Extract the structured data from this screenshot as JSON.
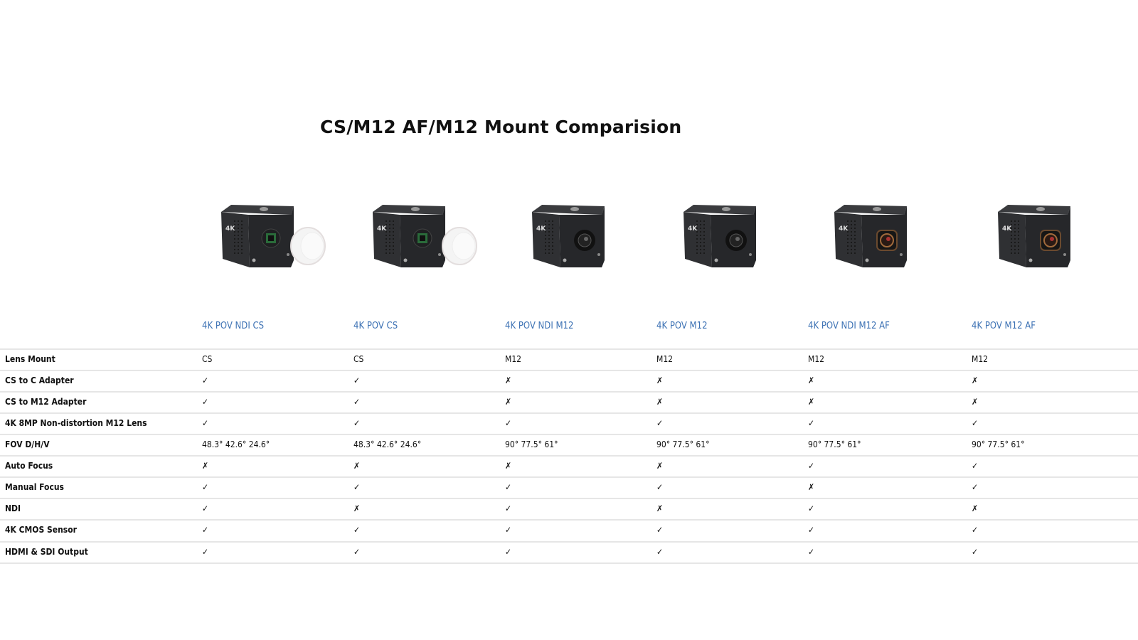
{
  "title": "CS/M12 AF/M12 Mount Comparision",
  "colors": {
    "header_link": "#3d72b4",
    "camera_body": "#2f3033"
  },
  "columns": [
    {
      "name": "4K POV NDI CS",
      "lens_icon": "cs-sensor-icon"
    },
    {
      "name": "4K POV CS",
      "lens_icon": "cs-sensor-icon"
    },
    {
      "name": "4K POV NDI M12",
      "lens_icon": "m12-lens-icon"
    },
    {
      "name": "4K POV M12",
      "lens_icon": "m12-lens-icon"
    },
    {
      "name": "4K POV NDI M12 AF",
      "lens_icon": "m12-af-lens-icon"
    },
    {
      "name": "4K POV M12 AF",
      "lens_icon": "m12-af-lens-icon"
    }
  ],
  "camera_badge": "4K",
  "rows": [
    {
      "label": "Lens Mount",
      "values": [
        "CS",
        "CS",
        "M12",
        "M12",
        "M12",
        "M12"
      ]
    },
    {
      "label": "CS to C Adapter",
      "values": [
        "✓",
        "✓",
        "✗",
        "✗",
        "✗",
        "✗"
      ]
    },
    {
      "label": "CS to M12 Adapter",
      "values": [
        "✓",
        "✓",
        "✗",
        "✗",
        "✗",
        "✗"
      ]
    },
    {
      "label": "4K 8MP Non-distortion M12 Lens",
      "values": [
        "✓",
        "✓",
        "✓",
        "✓",
        "✓",
        "✓"
      ]
    },
    {
      "label": "FOV D/H/V",
      "values": [
        "48.3° 42.6° 24.6°",
        "48.3° 42.6° 24.6°",
        "90° 77.5° 61°",
        "90° 77.5° 61°",
        "90° 77.5° 61°",
        "90° 77.5° 61°"
      ]
    },
    {
      "label": "Auto Focus",
      "values": [
        "✗",
        "✗",
        "✗",
        "✗",
        "✓",
        "✓"
      ]
    },
    {
      "label": "Manual Focus",
      "values": [
        "✓",
        "✓",
        "✓",
        "✓",
        "✗",
        "✓"
      ]
    },
    {
      "label": "NDI",
      "values": [
        "✓",
        "✗",
        "✓",
        "✗",
        "✓",
        "✗"
      ]
    },
    {
      "label": "4K CMOS Sensor",
      "values": [
        "✓",
        "✓",
        "✓",
        "✓",
        "✓",
        "✓"
      ]
    },
    {
      "label": "HDMI & SDI Output",
      "values": [
        "✓",
        "✓",
        "✓",
        "✓",
        "✓",
        "✓"
      ]
    }
  ]
}
